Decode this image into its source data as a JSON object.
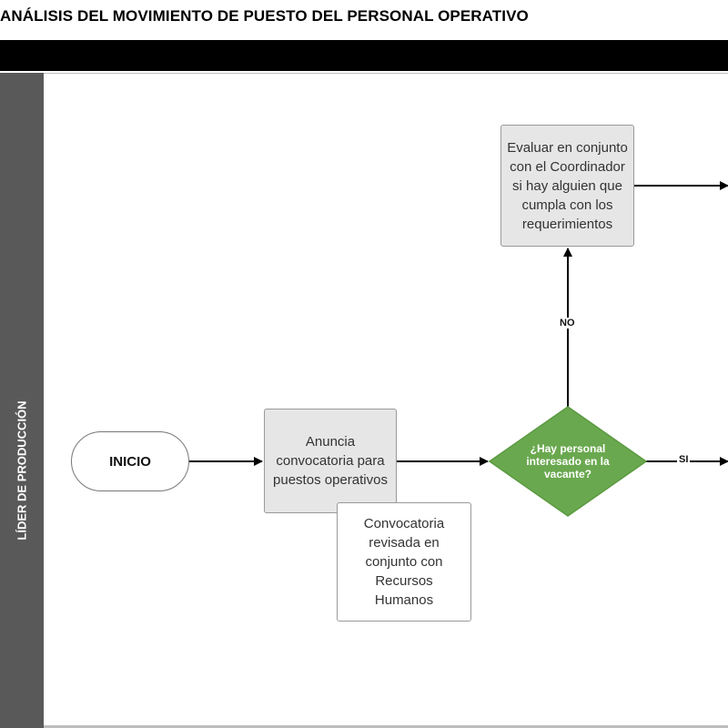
{
  "header": {
    "title": "ANÁLISIS DEL MOVIMIENTO DE PUESTO DEL PERSONAL OPERATIVO"
  },
  "lane": {
    "label": "LÍDER DE PRODUCCIÓN"
  },
  "nodes": {
    "start": "INICIO",
    "announce": "Anuncia convocatoria para puestos operativos",
    "note": "Convocatoria revisada en conjunto con Recursos Humanos",
    "decision": "¿Hay personal interesado en la vacante?",
    "evaluate": "Evaluar en conjunto con el Coordinador si hay alguien que cumpla con los requerimientos"
  },
  "edges": {
    "no_label": "NO",
    "yes_label": "SI"
  },
  "colors": {
    "decision": "#6aa84f",
    "lane": "#595959",
    "process_fill": "#e6e6e6"
  }
}
